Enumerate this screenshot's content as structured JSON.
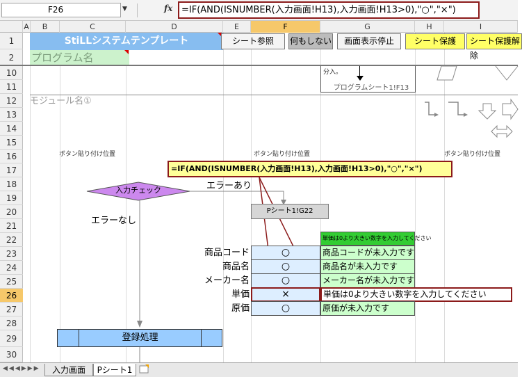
{
  "formula_bar": {
    "cell_ref": "F26",
    "fx": "fx",
    "formula": "=IF(AND(ISNUMBER(入力画面!H13),入力画面!H13>0),\"○\",\"×\")"
  },
  "columns": [
    "A",
    "B",
    "C",
    "D",
    "E",
    "F",
    "G",
    "H",
    "I"
  ],
  "rows": [
    "1",
    "2",
    "10",
    "11",
    "12",
    "13",
    "14",
    "15",
    "16",
    "17",
    "18",
    "19",
    "20",
    "21",
    "22",
    "23",
    "24",
    "25",
    "26",
    "27",
    "28",
    "29",
    "30"
  ],
  "header": {
    "template_title": "StiLLシステムテンプレート",
    "program_name": "プログラム名",
    "buttons": [
      "シート参照",
      "何もしない",
      "画面表示停止",
      "シート保護",
      "シート保護解除"
    ]
  },
  "top_fragment": {
    "small_text": "分入。",
    "ref_text": "プログラムシート1!F13"
  },
  "module_name": "モジュール名①",
  "button_positions": [
    "ボタン貼り付け位置",
    "ボタン貼り付け位置",
    "ボタン貼り付け位置"
  ],
  "callout_formula": "=IF(AND(ISNUMBER(入力画面!H13),入力画面!H13>0),\"○\",\"×\")",
  "flow": {
    "check": "入力チェック",
    "error_yes": "エラーあり",
    "error_no": "エラーなし",
    "goto": "Pシート1!G22",
    "register": "登録処理"
  },
  "table": {
    "header": "単価は0より大きい数字を入力してください",
    "rows": [
      {
        "label": "商品コード",
        "mark": "○",
        "message": "商品コードが未入力です"
      },
      {
        "label": "商品名",
        "mark": "○",
        "message": "商品名が未入力です"
      },
      {
        "label": "メーカー名",
        "mark": "○",
        "message": "メーカー名が未入力です"
      },
      {
        "label": "単価",
        "mark": "×",
        "message": "単価は0より大きい数字を入力してください"
      },
      {
        "label": "原価",
        "mark": "○",
        "message": "原価が未入力です"
      }
    ]
  },
  "sheet_tabs": [
    "入力画面",
    "Pシート1"
  ],
  "colors": {
    "template_title_bg": "#87bdf0",
    "program_bg": "#ccf2cc",
    "diamond": "#cc88ee",
    "process": "#99ccff",
    "accent_border": "#8b1a1a",
    "callout_bg": "#ffff99",
    "sheet_btn": "#ffff66"
  }
}
